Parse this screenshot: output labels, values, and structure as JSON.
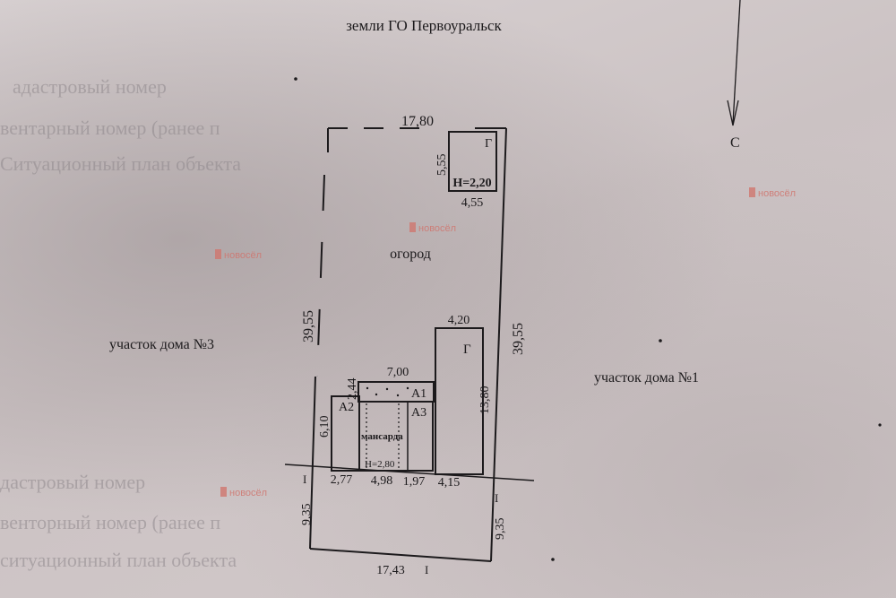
{
  "title": "земли ГО Первоуральск",
  "north_arrow": "С",
  "labels": {
    "garden": "огород",
    "plot_left": "участок дома №3",
    "plot_right": "участок дома №1",
    "garage_top": "Г",
    "garage_height": "H=2,20",
    "garage_right": "Г",
    "a1": "А1",
    "a2": "А2",
    "a3": "А3",
    "attic": "мансарда",
    "house_height": "H=2,80",
    "mark_left": "I",
    "mark_right": "I",
    "mark_bottom": "I"
  },
  "dimensions": {
    "top_width": "17,80",
    "garage_side": "5,55",
    "garage_width": "4,55",
    "left_side": "39,55",
    "right_side": "39,55",
    "garage2_width": "4,20",
    "garage2_side": "13,80",
    "a1_width": "7,00",
    "a1_side": "2,44",
    "house_side": "6,10",
    "seg1": "2,77",
    "seg2": "4,98",
    "seg3": "1,97",
    "seg4": "4,15",
    "front_left": "9,35",
    "front_right": "9,35",
    "bottom_width": "17,43"
  },
  "ghost_text": [
    "адастровый номер",
    "вентарный номер (ранее п",
    "Ситуационный план объекта",
    "дастровый номер",
    "венторный номер (ранее п",
    "ситуационный план объекта"
  ],
  "watermark": "новосёл"
}
